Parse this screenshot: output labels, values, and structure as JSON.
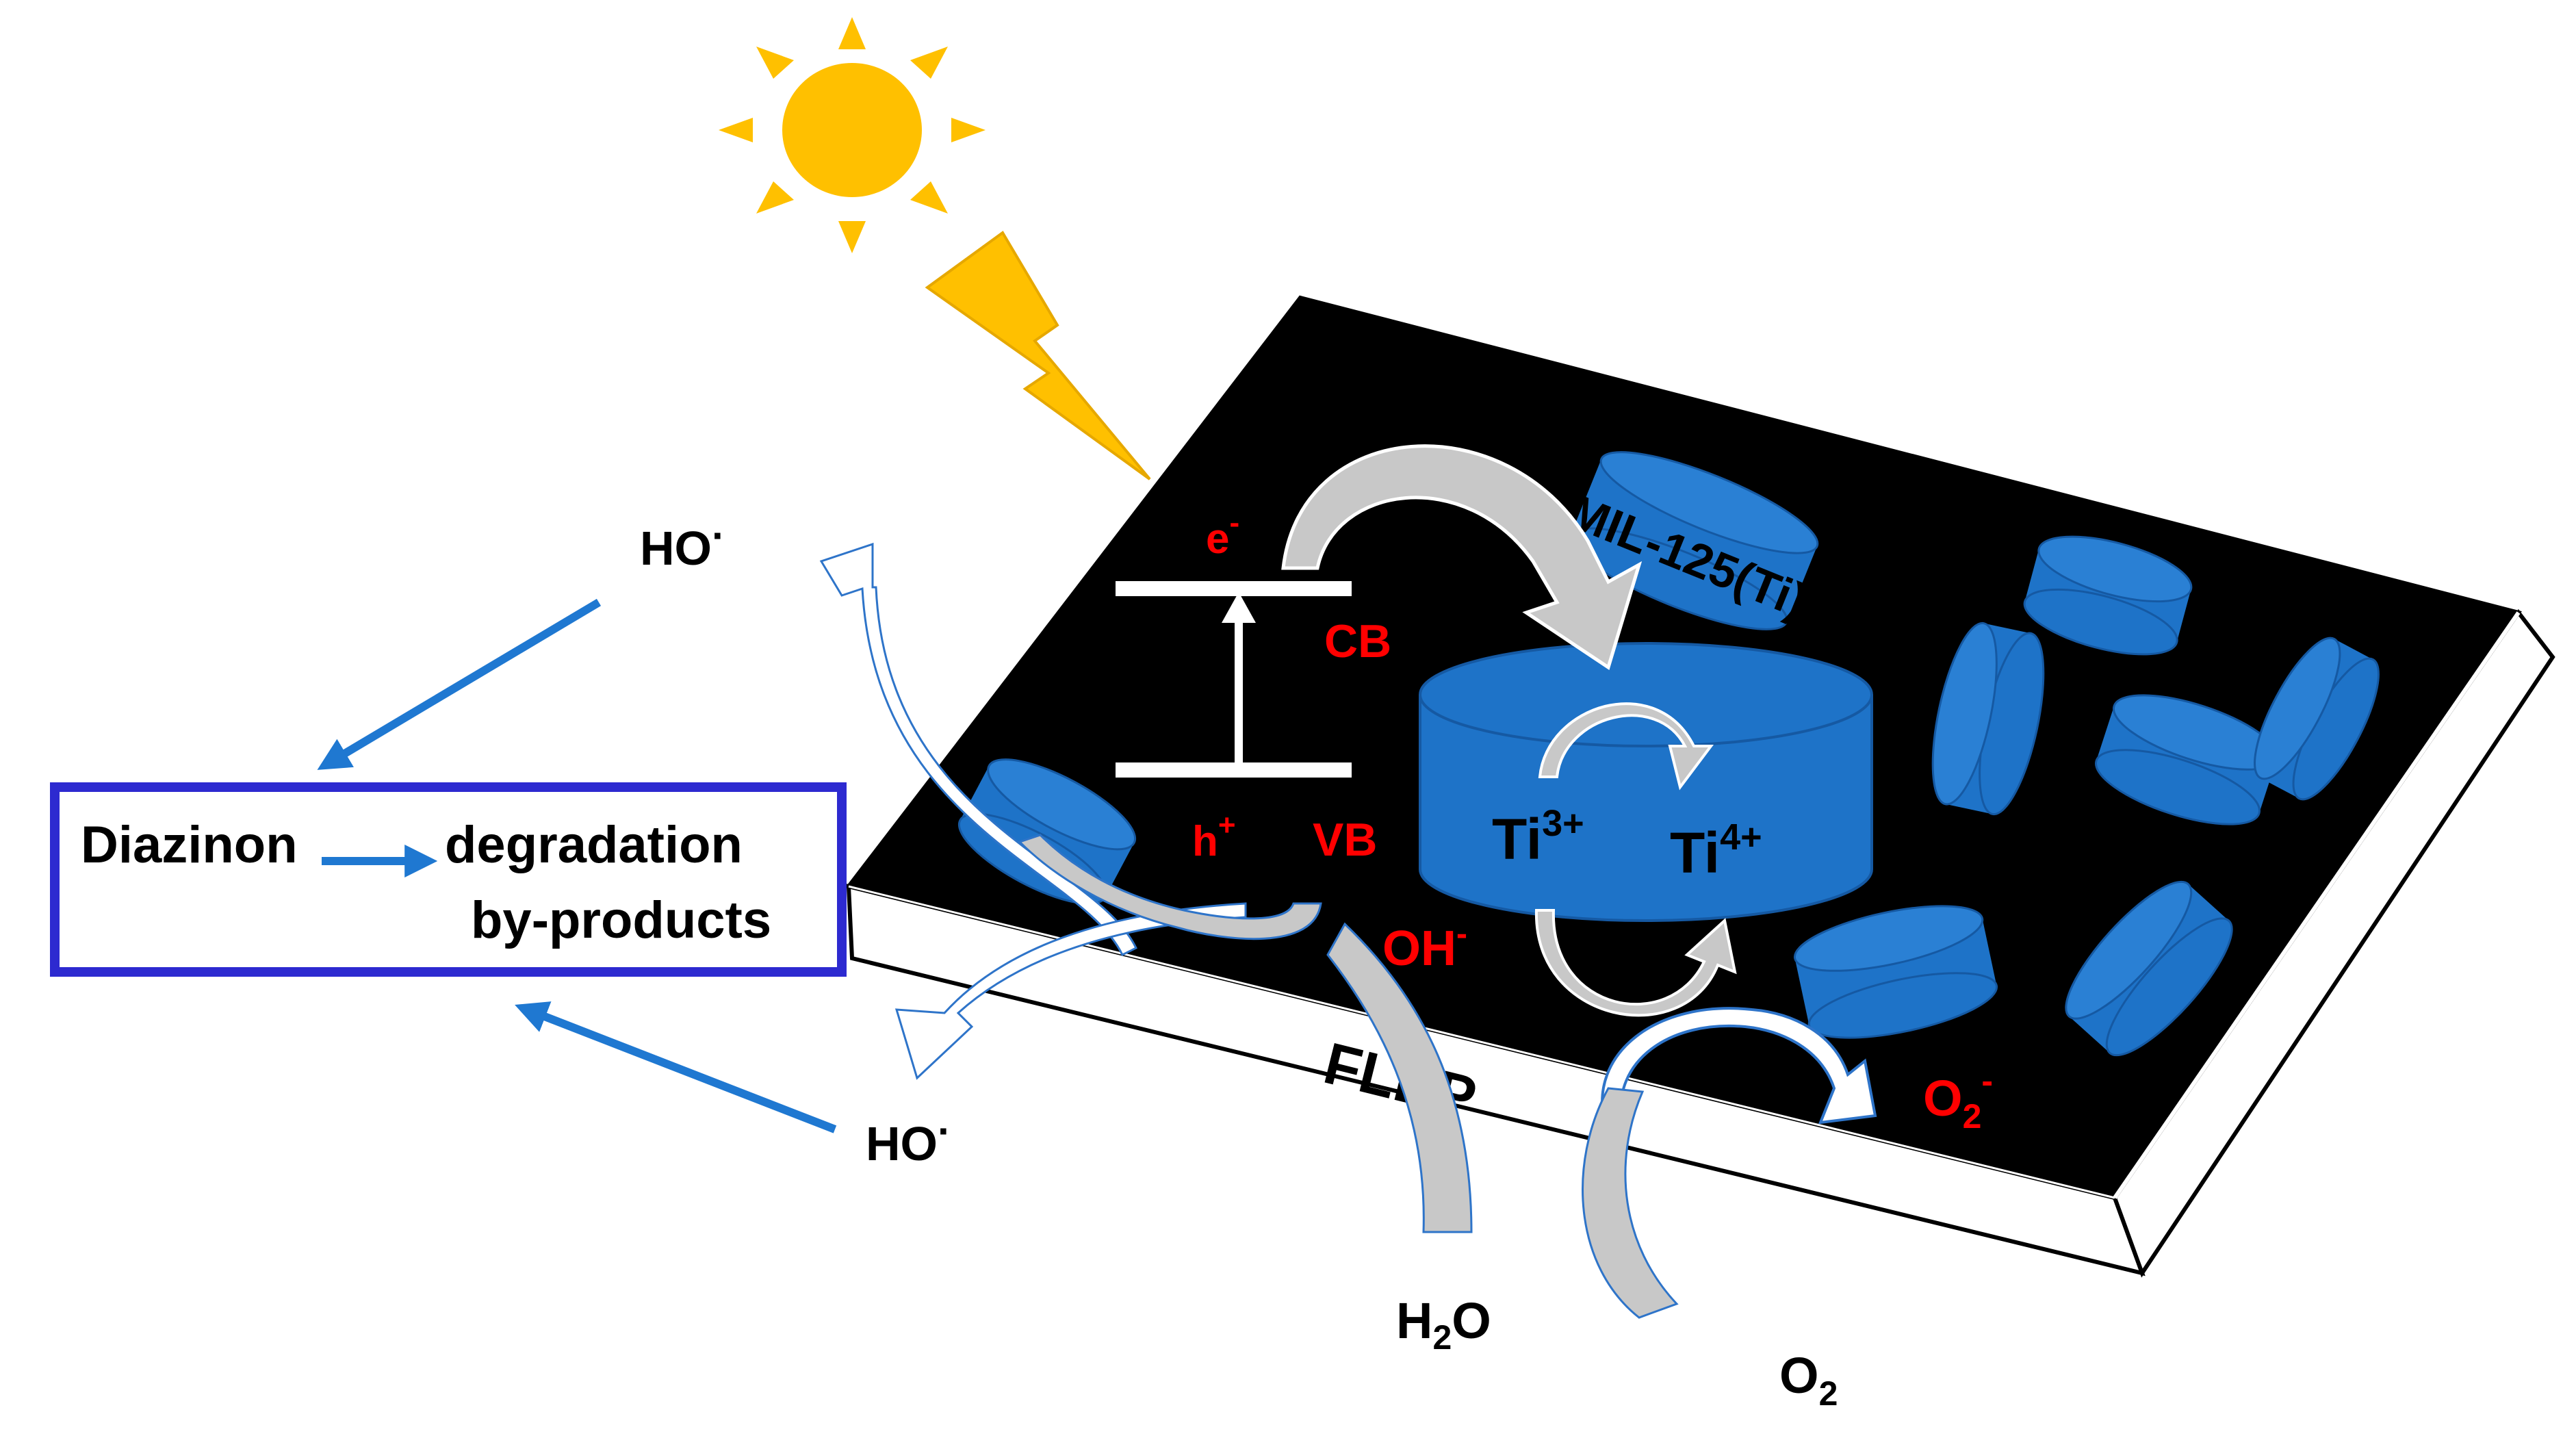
{
  "colors": {
    "sun": "#ffc000",
    "plate_top": "#000000",
    "plate_side": "#ffffff",
    "mof_disk": "#1e73c8",
    "mof_disk_edge": "#1559a3",
    "reaction_arrow": "#1f78d1",
    "box_border": "#2d2ad0",
    "curved_arrow_fill": "#c8c8c8",
    "hollow_arrow_stroke": "#2e74c9",
    "red_label": "#ff0000"
  },
  "icons": {
    "sun": "sun-icon",
    "lightning": "lightning-bolt-icon"
  },
  "box": {
    "left_word": "Diazinon",
    "right_line1": "degradation",
    "right_line2": "by-products"
  },
  "labels": {
    "ho_top": {
      "main": "HO",
      "sup": "·"
    },
    "ho_bottom": {
      "main": "HO",
      "sup": "·"
    },
    "electron": {
      "main": "e",
      "sup": "-"
    },
    "hole": {
      "main": "h",
      "sup": "+"
    },
    "cb": "CB",
    "vb": "VB",
    "ti3": {
      "main": "Ti",
      "sup": "3+"
    },
    "ti4": {
      "main": "Ti",
      "sup": "4+"
    },
    "oh": {
      "main": "OH",
      "sup": "-"
    },
    "h2o": {
      "main": "H",
      "sub": "2",
      "tail": "O"
    },
    "o2": {
      "main": "O",
      "sub": "2"
    },
    "o2_radical": {
      "main": "O",
      "sub": "2",
      "sup": "-"
    },
    "plate_name": "FLBP",
    "mof_name": "MIL-125(Ti)"
  }
}
